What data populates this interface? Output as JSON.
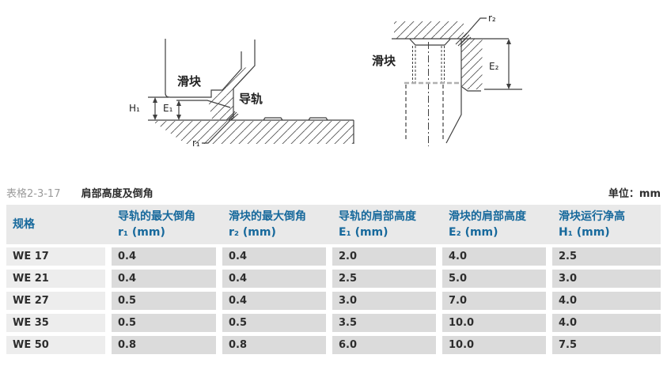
{
  "page": {
    "title_prefix": "表格2-3-17",
    "title": "肩部高度及倒角",
    "unit_label": "单位：mm"
  },
  "diagram_left": {
    "slider_label": "滑块",
    "rail_label": "导轨",
    "dim_h1": "H₁",
    "dim_e1": "E₁",
    "dim_r1": "r₁"
  },
  "diagram_right": {
    "slider_label": "滑块",
    "dim_r2": "r₂",
    "dim_e2": "E₂"
  },
  "table": {
    "columns": [
      {
        "title": "规格",
        "symbol": ""
      },
      {
        "title": "导轨的最大倒角",
        "symbol": "r₁ (mm)"
      },
      {
        "title": "滑块的最大倒角",
        "symbol": "r₂ (mm)"
      },
      {
        "title": "导轨的肩部高度",
        "symbol": "E₁ (mm)"
      },
      {
        "title": "滑块的肩部高度",
        "symbol": "E₂ (mm)"
      },
      {
        "title": "滑块运行净高",
        "symbol": "H₁ (mm)"
      }
    ],
    "rows": [
      {
        "spec": "WE 17",
        "values": [
          "0.4",
          "0.4",
          "2.0",
          "4.0",
          "2.5"
        ]
      },
      {
        "spec": "WE 21",
        "values": [
          "0.4",
          "0.4",
          "2.5",
          "5.0",
          "3.0"
        ]
      },
      {
        "spec": "WE 27",
        "values": [
          "0.5",
          "0.4",
          "3.0",
          "7.0",
          "4.0"
        ]
      },
      {
        "spec": "WE 35",
        "values": [
          "0.5",
          "0.5",
          "3.5",
          "10.0",
          "4.0"
        ]
      },
      {
        "spec": "WE 50",
        "values": [
          "0.8",
          "0.8",
          "6.0",
          "10.0",
          "7.5"
        ]
      }
    ]
  },
  "colors": {
    "header_text": "#17699c",
    "header_bg": "#e9e9e9",
    "cell_bg": "#dbdbdb",
    "spec_bg": "#ededed",
    "line": "#3f3f3f"
  }
}
